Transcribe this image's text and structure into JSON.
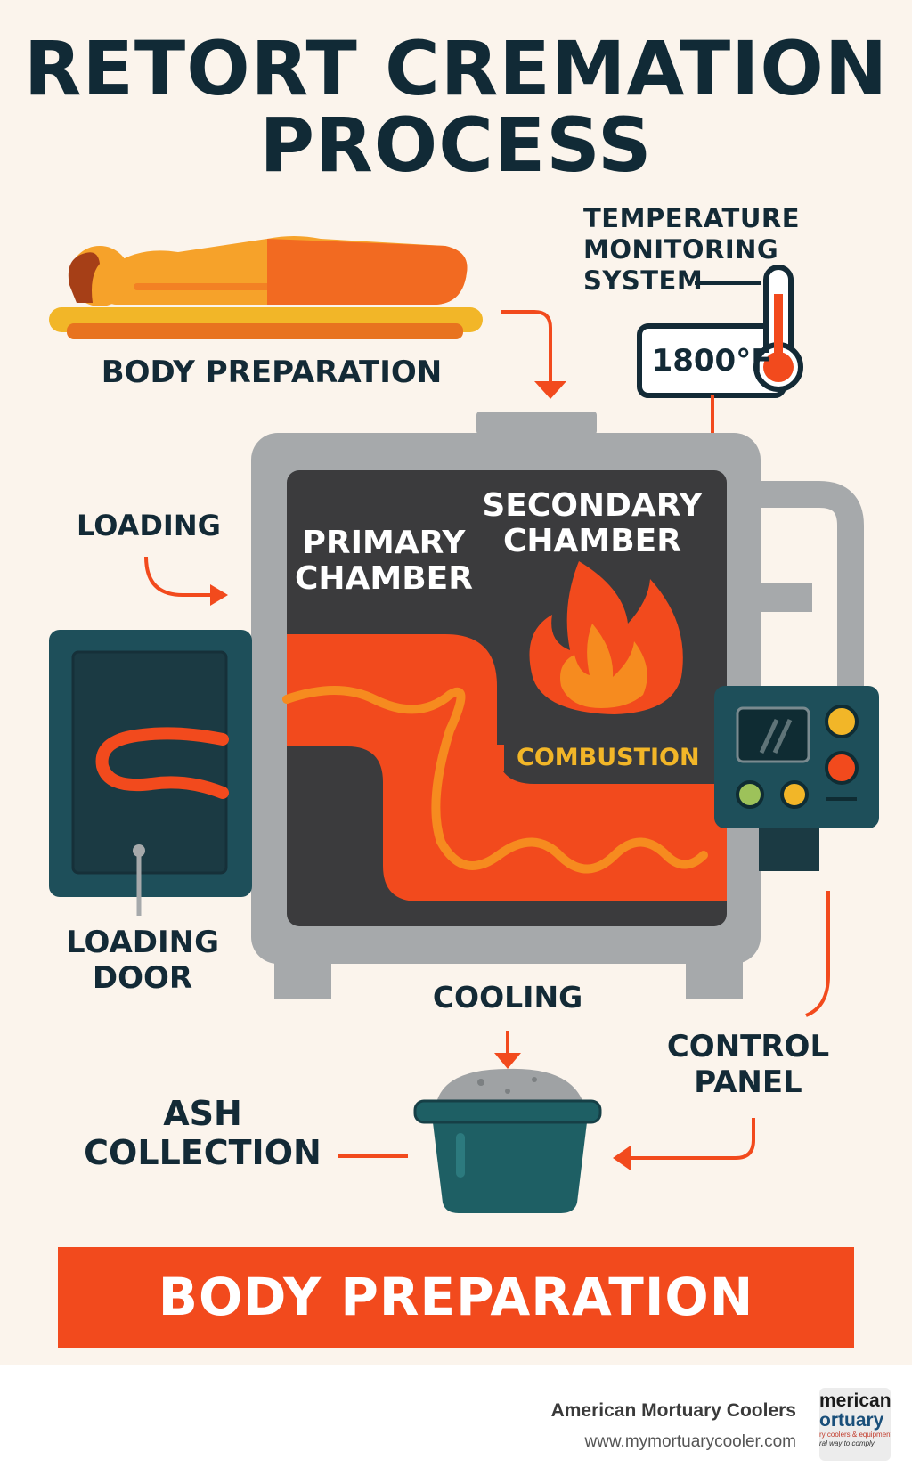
{
  "title_line1": "RETORT CREMATION",
  "title_line2": "PROCESS",
  "labels": {
    "temperature_monitoring": [
      "TEMPERATURE",
      "MONITORING",
      "SYSTEM"
    ],
    "temperature_value": "1800°F",
    "body_preparation": "BODY PREPARATION",
    "loading": "LOADING",
    "primary_chamber": [
      "PRIMARY",
      "CHAMBER"
    ],
    "secondary_chamber": [
      "SECONDARY",
      "CHAMBER"
    ],
    "combustion": "COMBUSTION",
    "loading_door": [
      "LOADING",
      "DOOR"
    ],
    "cooling": "COOLING",
    "control_panel": [
      "CONTROL",
      "PANEL"
    ],
    "ash_collection": [
      "ASH",
      "COLLECTION"
    ]
  },
  "banner": "BODY PREPARATION",
  "footer": {
    "company": "American Mortuary Coolers",
    "website": "www.mymortuarycooler.com",
    "logo_lines": [
      "merican",
      "ortuary",
      "ry coolers & equipment",
      "ral way to comply"
    ]
  },
  "colors": {
    "background": "#fbf4ec",
    "navy": "#132a36",
    "orange": "#f24a1d",
    "flame_orange": "#f68b1f",
    "yellow": "#f2b628",
    "teal": "#1e4f5a",
    "gray": "#a6a9ab",
    "chamber": "#3b3b3d"
  }
}
